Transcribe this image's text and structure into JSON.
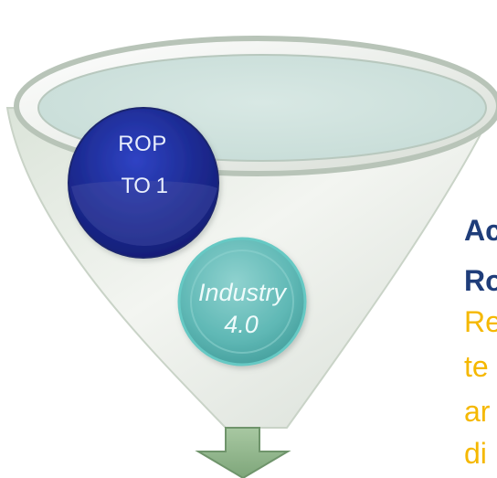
{
  "circles": {
    "rop": {
      "line1": "ROP",
      "line2": "TO 1"
    },
    "industry": {
      "line1": "Industry",
      "line2": "4.0"
    }
  },
  "side_text": {
    "heading_lines": [
      "Ac",
      "Ro"
    ],
    "body_lines": [
      "Re",
      "te",
      "ar",
      "di"
    ]
  },
  "colors": {
    "navy_circle": "#1f2f9c",
    "teal_circle": "#5fb8b5",
    "heading": "#1f3d7a",
    "body": "#f5b800",
    "arrow": "#8fb58f"
  },
  "icons": {
    "down_arrow": "down-arrow-icon"
  }
}
